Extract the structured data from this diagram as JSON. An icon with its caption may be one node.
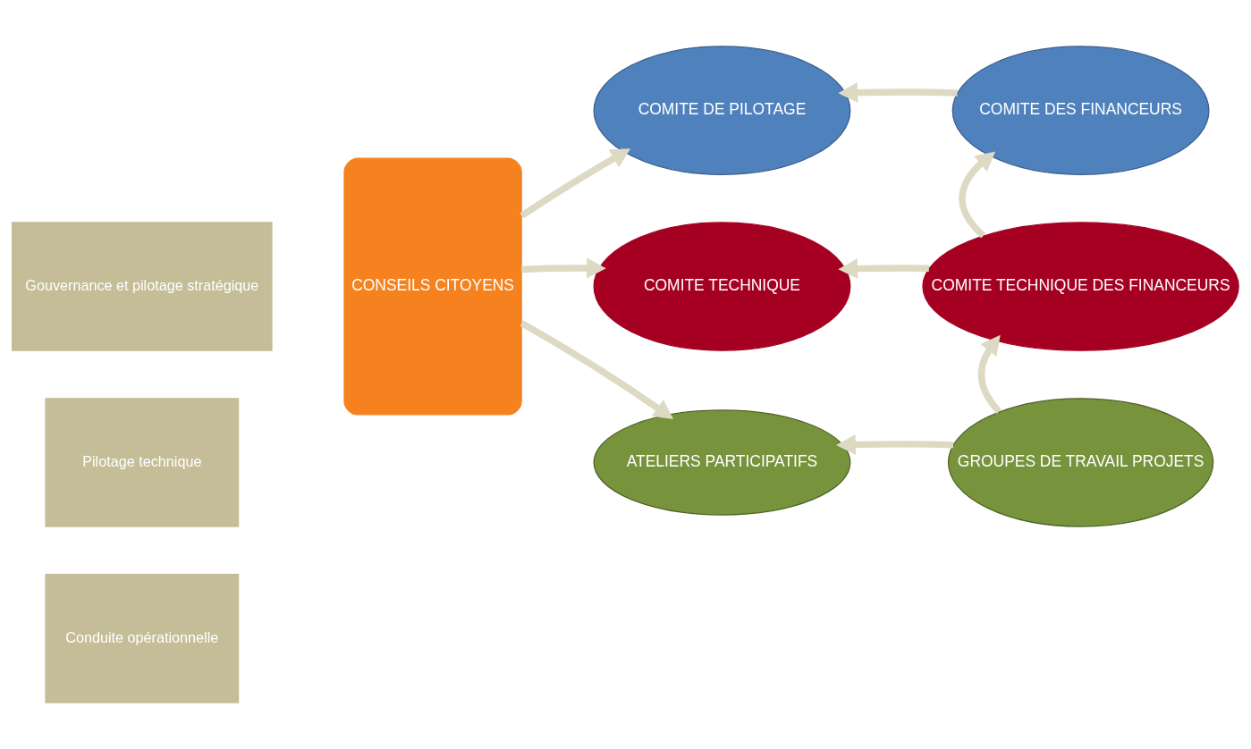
{
  "diagram": {
    "nodes": [
      {
        "text": [
          "CONSEILS CITOYENS"
        ]
      },
      {
        "text": [
          "COMITE DE PILOTAGE"
        ]
      },
      {
        "text": [
          "COMITE DES FINANCEURS"
        ]
      },
      {
        "text": [
          "COMITE TECHNIQUE"
        ]
      },
      {
        "text": [
          "COMITE TECHNIQUE DES FINANCEURS"
        ]
      },
      {
        "text": [
          "ATELIERS PARTICIPATIFS"
        ]
      },
      {
        "text": [
          "GROUPES DE TRAVAIL PROJETS"
        ]
      }
    ],
    "edges": [
      {
        "from": 0,
        "to": 1,
        "arrow": "to"
      },
      {
        "from": 0,
        "to": 3,
        "arrow": "to"
      },
      {
        "from": 0,
        "to": 5,
        "arrow": "to"
      },
      {
        "from": 2,
        "to": 1,
        "arrow": "to"
      },
      {
        "from": 4,
        "to": 3,
        "arrow": "to"
      },
      {
        "from": 4,
        "to": 2,
        "arrow": "to"
      },
      {
        "from": 6,
        "to": 5,
        "arrow": "to"
      },
      {
        "from": 6,
        "to": 4,
        "arrow": "to"
      }
    ],
    "labels": [
      "Gouvernance et pilotage stratégique",
      "Pilotage technique",
      "Conduite opérationnelle"
    ]
  }
}
